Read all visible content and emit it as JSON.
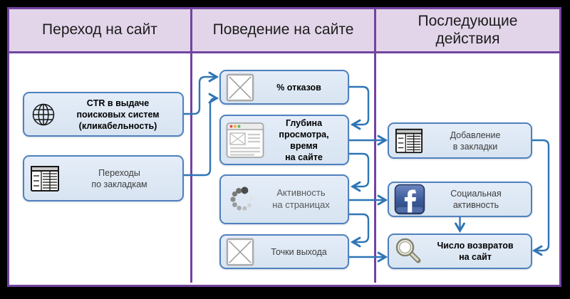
{
  "diagram": {
    "columns": [
      {
        "header": "Переход на сайт"
      },
      {
        "header": "Поведение на сайте"
      },
      {
        "header": "Последующие\nдействия"
      }
    ],
    "nodes": {
      "ctr": "CTR в выдаче\nпоисковых систем\n(кликабельность)",
      "bookmark_visits": "Переходы\nпо закладкам",
      "bounce_rate": "% отказов",
      "view_depth": "Глубина\nпросмотра,\nвремя\nна сайте",
      "page_activity": "Активность\nна страницах",
      "exit_points": "Точки выхода",
      "add_bookmarks": "Добавление\nв закладки",
      "social_activity": "Социальная\nактивность",
      "site_returns": "Число возвратов\nна сайт"
    },
    "icons": {
      "ctr": "globe-icon",
      "bookmark_visits": "table-icon",
      "bounce_rate": "image-placeholder-icon",
      "view_depth": "browser-window-icon",
      "page_activity": "loading-dots-icon",
      "exit_points": "image-placeholder-icon",
      "add_bookmarks": "table-icon",
      "social_activity": "facebook-icon",
      "site_returns": "magnifier-icon"
    },
    "colors": {
      "frame": "#000000",
      "table_border": "#7243A0",
      "header_fill": "#E2D5E9",
      "box_fill": "#D8E4F1",
      "box_border": "#4F81BD",
      "arrow": "#2E75B6",
      "facebook_blue": "#3B5998"
    }
  }
}
